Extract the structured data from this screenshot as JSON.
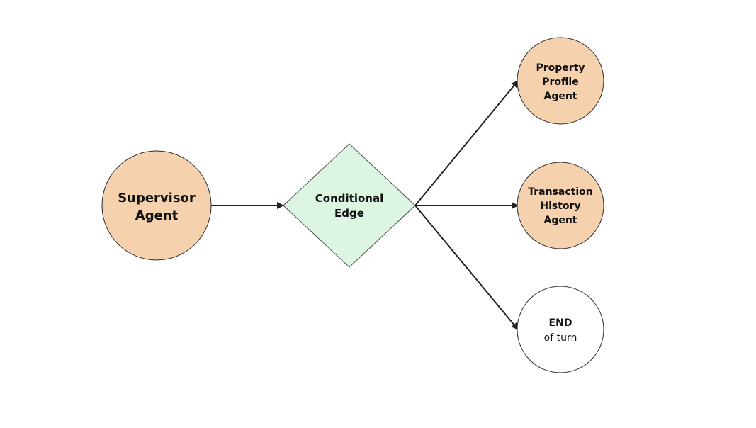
{
  "colors": {
    "agent_fill": "#f6d1ae",
    "agent_stroke": "#2b2b2b",
    "decision_fill": "#dcf6e3",
    "decision_stroke": "#4a4a4a",
    "end_fill": "#ffffff",
    "edge": "#222222"
  },
  "nodes": {
    "supervisor": {
      "shape": "circle",
      "lines": [
        "Supervisor",
        "Agent"
      ]
    },
    "conditional": {
      "shape": "diamond",
      "lines": [
        "Conditional",
        "Edge"
      ]
    },
    "property": {
      "shape": "circle",
      "lines": [
        "Property",
        "Profile",
        "Agent"
      ]
    },
    "transaction": {
      "shape": "circle",
      "lines": [
        "Transaction",
        "History",
        "Agent"
      ]
    },
    "end": {
      "shape": "circle",
      "lines": [
        "END",
        "of turn"
      ]
    }
  },
  "edges": [
    {
      "from": "supervisor",
      "to": "conditional"
    },
    {
      "from": "conditional",
      "to": "property"
    },
    {
      "from": "conditional",
      "to": "transaction"
    },
    {
      "from": "conditional",
      "to": "end"
    }
  ]
}
